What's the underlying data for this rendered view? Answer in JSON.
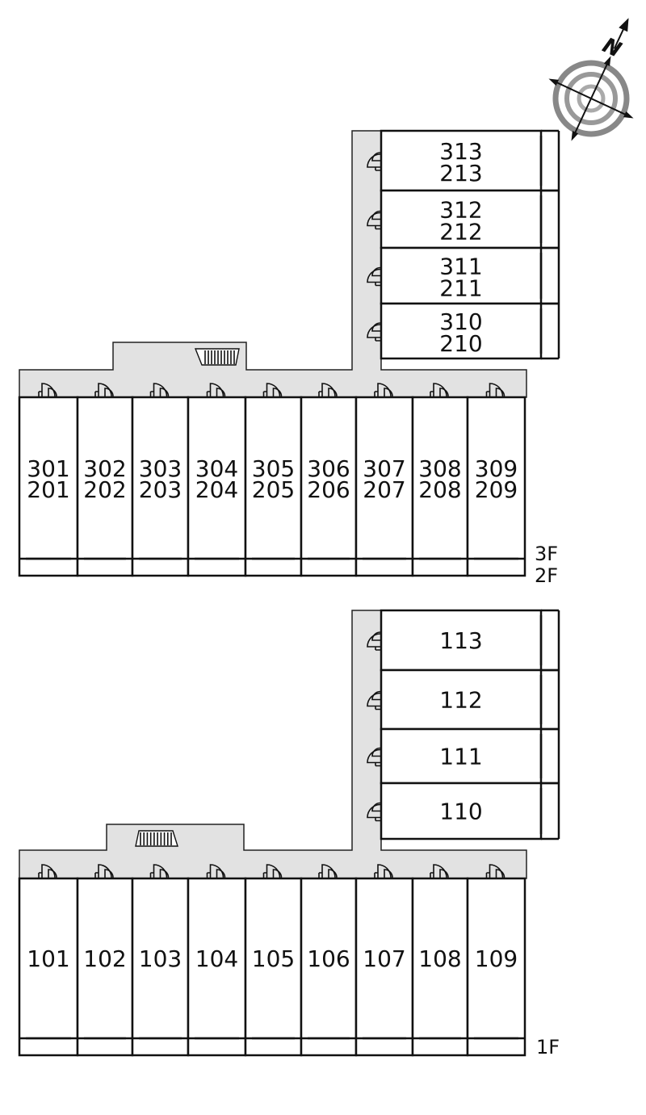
{
  "upper": {
    "row_units": [
      {
        "top": "301",
        "bottom": "201"
      },
      {
        "top": "302",
        "bottom": "202"
      },
      {
        "top": "303",
        "bottom": "203"
      },
      {
        "top": "304",
        "bottom": "204"
      },
      {
        "top": "305",
        "bottom": "205"
      },
      {
        "top": "306",
        "bottom": "206"
      },
      {
        "top": "307",
        "bottom": "207"
      },
      {
        "top": "308",
        "bottom": "208"
      },
      {
        "top": "309",
        "bottom": "209"
      }
    ],
    "wing_units": [
      {
        "top": "313",
        "bottom": "213"
      },
      {
        "top": "312",
        "bottom": "212"
      },
      {
        "top": "311",
        "bottom": "211"
      },
      {
        "top": "310",
        "bottom": "210"
      }
    ],
    "floor_labels": [
      "3F",
      "2F"
    ]
  },
  "lower": {
    "row_units": [
      "101",
      "102",
      "103",
      "104",
      "105",
      "106",
      "107",
      "108",
      "109"
    ],
    "wing_units": [
      "113",
      "112",
      "111",
      "110"
    ],
    "floor_label": "1F"
  },
  "compass": {
    "label": "N",
    "icon": "compass-icon"
  }
}
